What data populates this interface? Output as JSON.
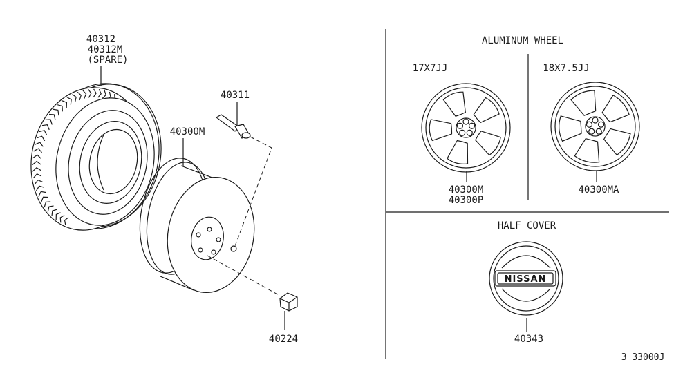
{
  "callouts": {
    "tire_part_1": "40312",
    "tire_part_2": "40312M",
    "tire_spare": "(SPARE)",
    "valve_part": "40311",
    "steel_wheel_part": "40300M",
    "nut_part": "40224"
  },
  "aluminum": {
    "title": "ALUMINUM WHEEL",
    "size_17": "17X7JJ",
    "size_18": "18X7.5JJ",
    "wheel17_part_1": "40300M",
    "wheel17_part_2": "40300P",
    "wheel18_part": "40300MA"
  },
  "half_cover": {
    "title": "HALF COVER",
    "logo_text": "NISSAN",
    "part": "40343"
  },
  "diagram_code": "3 33000J"
}
